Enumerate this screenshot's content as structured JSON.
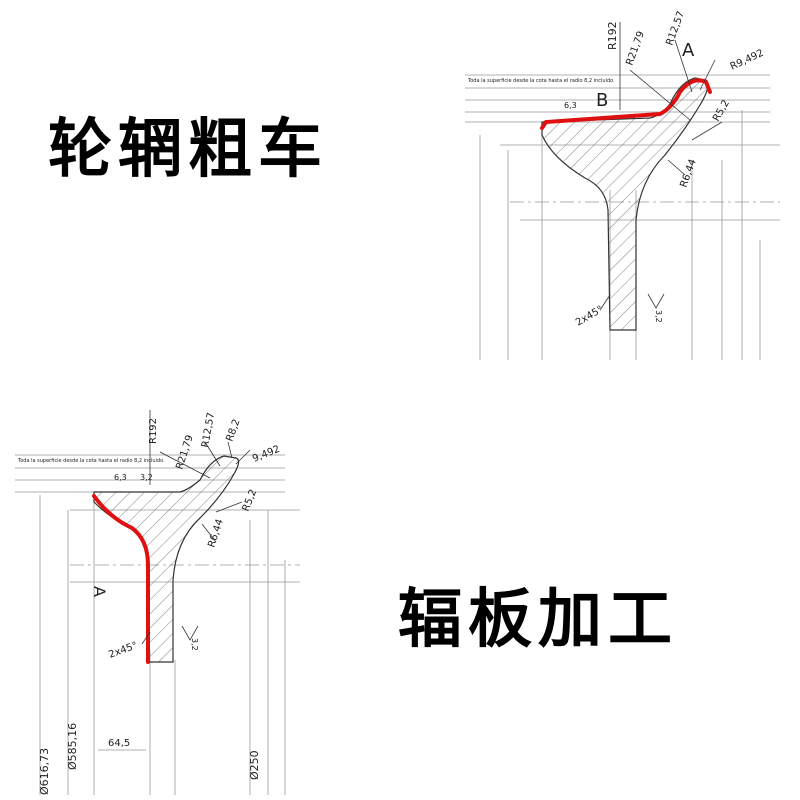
{
  "titles": {
    "rim_rough_turning": "轮辋粗车",
    "web_machining": "辐板加工"
  },
  "drawing1": {
    "note": "Toda la superficie desde la cota hasta el radio 8,2 incluido.",
    "labels": {
      "a": "A",
      "b": "B",
      "r192": "R192",
      "r2179": "R21,79",
      "r1257": "R12,57",
      "r9492": "R9,492",
      "r52": "R5,2",
      "r644": "R6,44",
      "chamfer": "2x45°",
      "rough63": "6,3",
      "rough32": "3,2"
    }
  },
  "drawing2": {
    "note": "Toda la superficie desde la cota hasta el radio 8,2 incluido.",
    "labels": {
      "a": "A",
      "r192": "R192",
      "r2179": "R21,79",
      "r1257": "R12,57",
      "r82": "R8,2",
      "r9492": "9,492",
      "r52": "R5,2",
      "r644": "R6,44",
      "chamfer": "2x45°",
      "rough63": "6,3",
      "rough32a": "3,2",
      "rough32b": "3,2",
      "d61673": "Ø616,73",
      "d58516": "Ø585,16",
      "d250": "Ø250",
      "w645": "64,5"
    }
  },
  "colors": {
    "highlight": "#e01010",
    "line": "#555555",
    "text": "#000000"
  }
}
